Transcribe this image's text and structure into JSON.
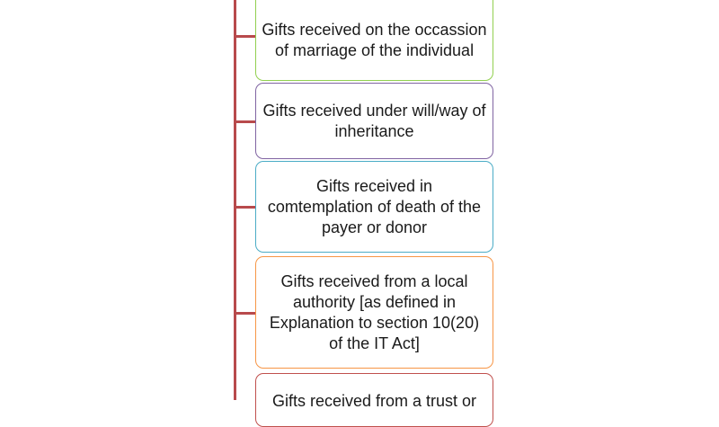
{
  "diagram": {
    "nodes": [
      {
        "label": "Gifts received on the occassion of marriage of the individual",
        "border_color": "#92d050"
      },
      {
        "label": "Gifts received under will/way of inheritance",
        "border_color": "#8064a2"
      },
      {
        "label": "Gifts received in comtemplation of death of the payer or donor",
        "border_color": "#4bacc6"
      },
      {
        "label": "Gifts received from a local authority [as defined in Explanation to section 10(20) of the IT Act]",
        "border_color": "#f79646"
      },
      {
        "label": "Gifts received from a trust or",
        "border_color": "#c0504d"
      }
    ],
    "connector_color": "#b84a4c"
  }
}
